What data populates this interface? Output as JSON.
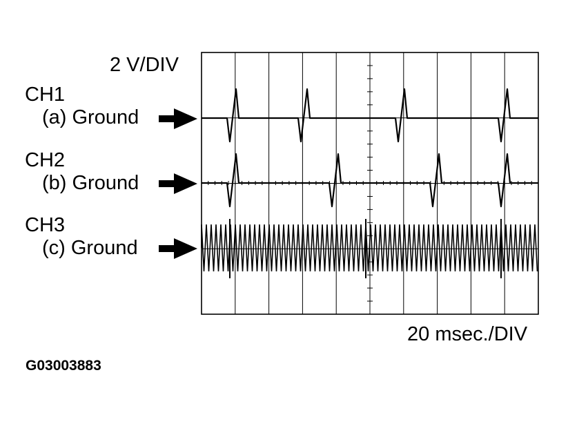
{
  "scale": {
    "volts": "2 V/DIV",
    "time": "20 msec./DIV"
  },
  "channels": [
    {
      "name": "CH1",
      "ground": "(a) Ground"
    },
    {
      "name": "CH2",
      "ground": "(b) Ground"
    },
    {
      "name": "CH3",
      "ground": "(c) Ground"
    }
  ],
  "figure_code": "G03003883"
}
